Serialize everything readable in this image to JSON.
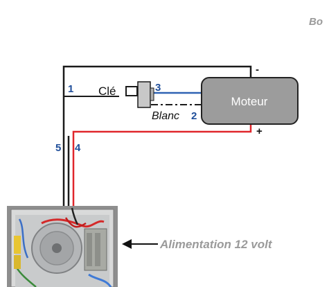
{
  "header_partial": "Bo",
  "labels": {
    "key": "Clé",
    "motor": "Moteur",
    "white": "Blanc",
    "power_supply": "Alimentation 12 volt"
  },
  "wire_numbers": {
    "w1": "1",
    "w2": "2",
    "w3": "3",
    "w4": "4",
    "w5": "5"
  },
  "polarity": {
    "minus": "-",
    "plus": "+"
  },
  "colors": {
    "wire_black": "#1a1a1a",
    "wire_red": "#e0262b",
    "wire_blue": "#2e62b3",
    "motor_fill": "#9c9c9c",
    "number_blue": "#1f4e9a",
    "caption_gray": "#9a9a9a"
  }
}
